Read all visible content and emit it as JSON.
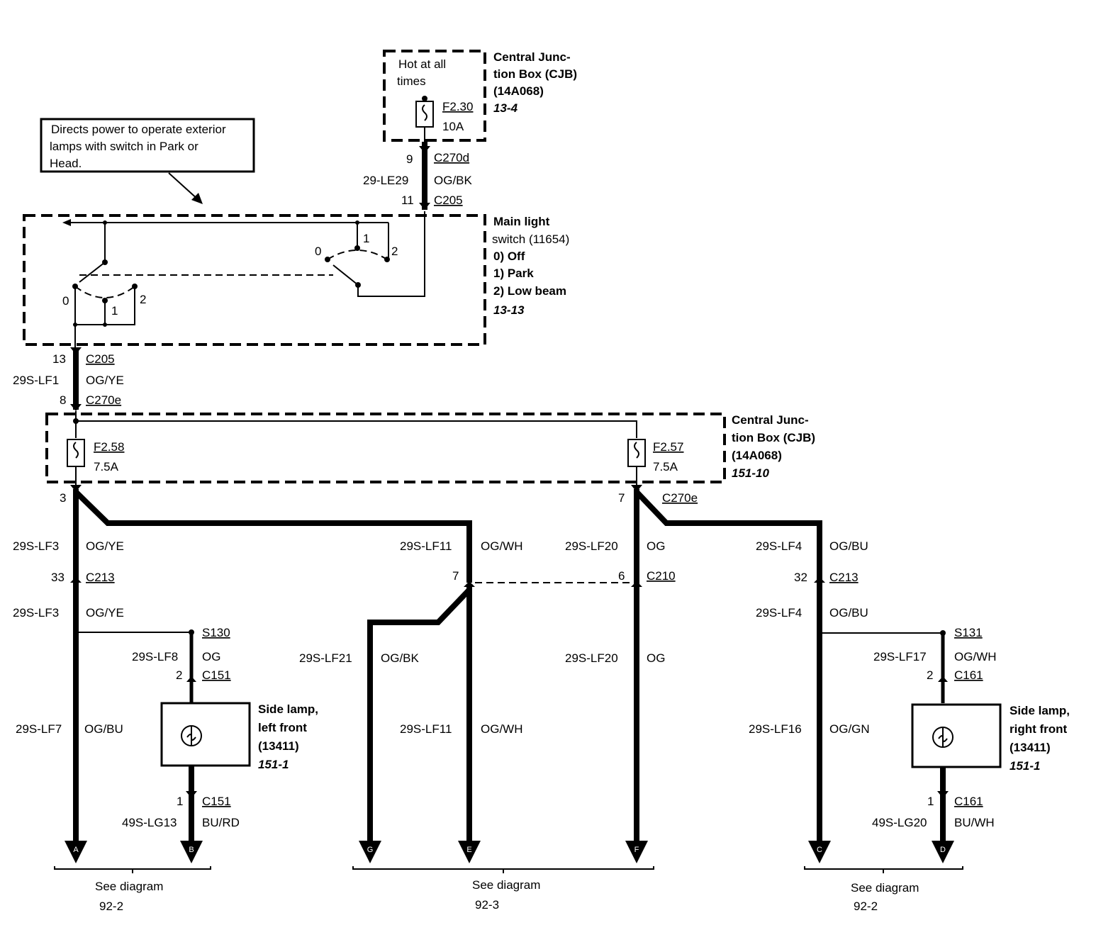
{
  "note": {
    "line1": "Directs power to operate exterior",
    "line2": "lamps with switch in Park or",
    "line3": "Head."
  },
  "cjb_top": {
    "hot": [
      "Hot at all",
      "times"
    ],
    "fuse": "F2.30",
    "amps": "10A",
    "name": [
      "Central Junc-",
      "tion Box (CJB)",
      "(14A068)"
    ],
    "ref": "13-4"
  },
  "top_wire": {
    "pin_top": "9",
    "conn_top": "C270d",
    "circuit": "29-LE29",
    "color": "OG/BK",
    "pin_bottom": "11",
    "conn_bottom": "C205"
  },
  "switch": {
    "name": [
      "Main light",
      "switch (11654)"
    ],
    "pos0": "0)   Off",
    "pos1": "1)   Park",
    "pos2": "2)   Low beam",
    "ref": "13-13",
    "labels": {
      "a0": "0",
      "a1": "1",
      "a2": "2",
      "b0": "0",
      "b1": "1",
      "b2": "2"
    }
  },
  "mid_wire": {
    "pin_top": "13",
    "conn_top": "C205",
    "circuit": "29S-LF1",
    "color": "OG/YE",
    "pin_bottom": "8",
    "conn_bottom": "C270e"
  },
  "cjb_mid": {
    "fuse_left": "F2.58",
    "amps_left": "7.5A",
    "fuse_right": "F2.57",
    "amps_right": "7.5A",
    "name": [
      "Central Junc-",
      "tion Box (CJB)",
      "(14A068)"
    ],
    "ref": "151-10"
  },
  "branches": {
    "pin3": "3",
    "pin7": "7",
    "conn_c270e": "C270e",
    "lf3a_circuit": "29S-LF3",
    "lf3a_color": "OG/YE",
    "c213_left_pin": "33",
    "c213_left": "C213",
    "lf3b_circuit": "29S-LF3",
    "lf3b_color": "OG/YE",
    "s130": "S130",
    "lf8_circuit": "29S-LF8",
    "lf8_color": "OG",
    "c151_pin_top": "2",
    "c151_top": "C151",
    "lf7_circuit": "29S-LF7",
    "lf7_color": "OG/BU",
    "lamp_left": [
      "Side lamp,",
      "left front",
      "(13411)"
    ],
    "lamp_left_ref": "151-1",
    "c151_pin_bottom": "1",
    "c151_bottom": "C151",
    "lg13_circuit": "49S-LG13",
    "lg13_color": "BU/RD",
    "lf11a_circuit": "29S-LF11",
    "lf11a_color": "OG/WH",
    "c210_pin7": "7",
    "lf21_circuit": "29S-LF21",
    "lf21_color": "OG/BK",
    "lf11b_circuit": "29S-LF11",
    "lf11b_color": "OG/WH",
    "lf20a_circuit": "29S-LF20",
    "lf20a_color": "OG",
    "c210_pin6": "6",
    "c210": "C210",
    "lf20b_circuit": "29S-LF20",
    "lf20b_color": "OG",
    "lf4a_circuit": "29S-LF4",
    "lf4a_color": "OG/BU",
    "c213_right_pin": "32",
    "c213_right": "C213",
    "lf4b_circuit": "29S-LF4",
    "lf4b_color": "OG/BU",
    "s131": "S131",
    "lf17_circuit": "29S-LF17",
    "lf17_color": "OG/WH",
    "c161_pin_top": "2",
    "c161_top": "C161",
    "lf16_circuit": "29S-LF16",
    "lf16_color": "OG/GN",
    "lamp_right": [
      "Side lamp,",
      "right front",
      "(13411)"
    ],
    "lamp_right_ref": "151-1",
    "c161_pin_bottom": "1",
    "c161_bottom": "C161",
    "lg20_circuit": "49S-LG20",
    "lg20_color": "BU/WH"
  },
  "arrows": [
    "A",
    "B",
    "G",
    "E",
    "F",
    "C",
    "D"
  ],
  "see": {
    "left": [
      "See diagram",
      "92-2"
    ],
    "middle": [
      "See diagram",
      "92-3"
    ],
    "right": [
      "See diagram",
      "92-2"
    ]
  }
}
